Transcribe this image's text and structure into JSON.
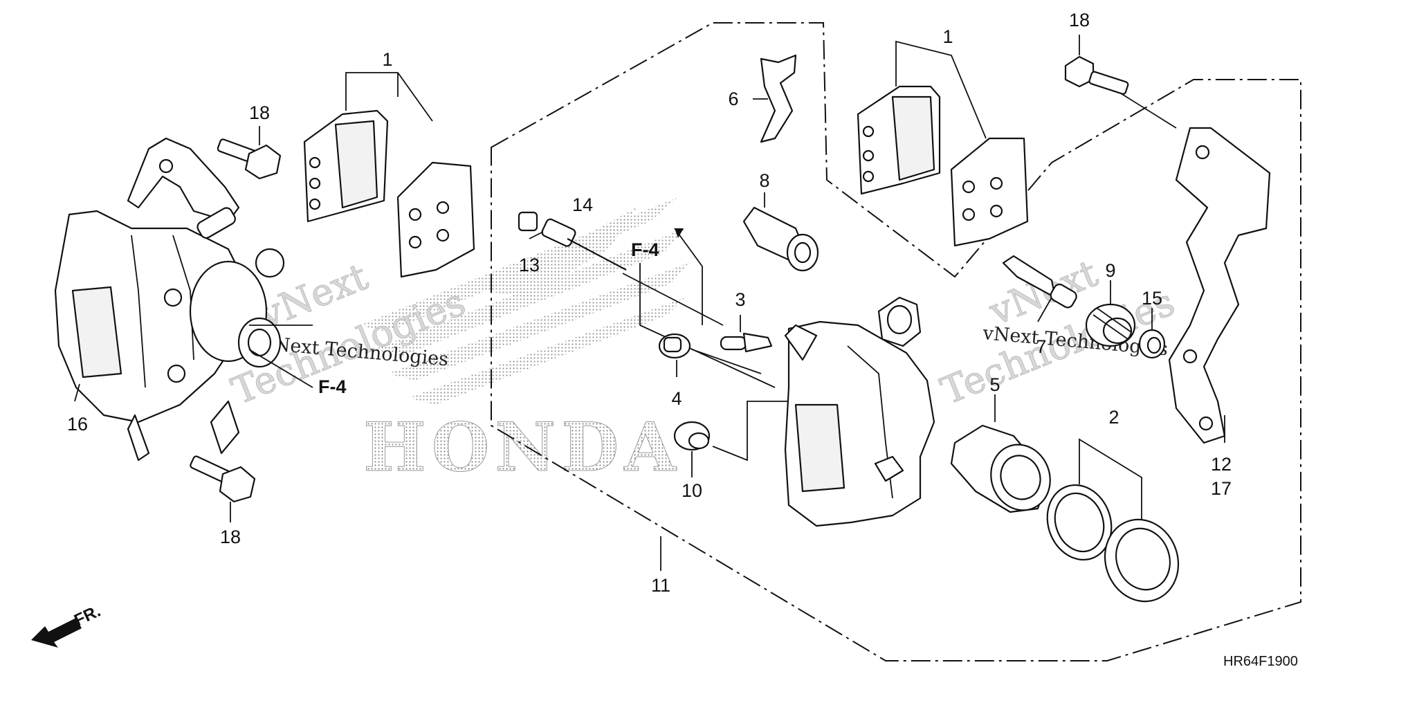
{
  "diagram": {
    "code": "HR64F1900",
    "front_marker": "FR.",
    "ref_label": "F-4",
    "brand_watermark": "HONDA",
    "watermark_text": [
      "vNext Technologies",
      "vNext",
      "Technologies"
    ],
    "callouts": {
      "c1a": "1",
      "c1b": "1",
      "c2": "2",
      "c3": "3",
      "c4": "4",
      "c5": "5",
      "c6": "6",
      "c7": "7",
      "c8": "8",
      "c9": "9",
      "c10": "10",
      "c11": "11",
      "c12": "12",
      "c17": "17",
      "c13": "13",
      "c14": "14",
      "c15": "15",
      "c16": "16",
      "c18a": "18",
      "c18b": "18",
      "c18c": "18"
    }
  }
}
